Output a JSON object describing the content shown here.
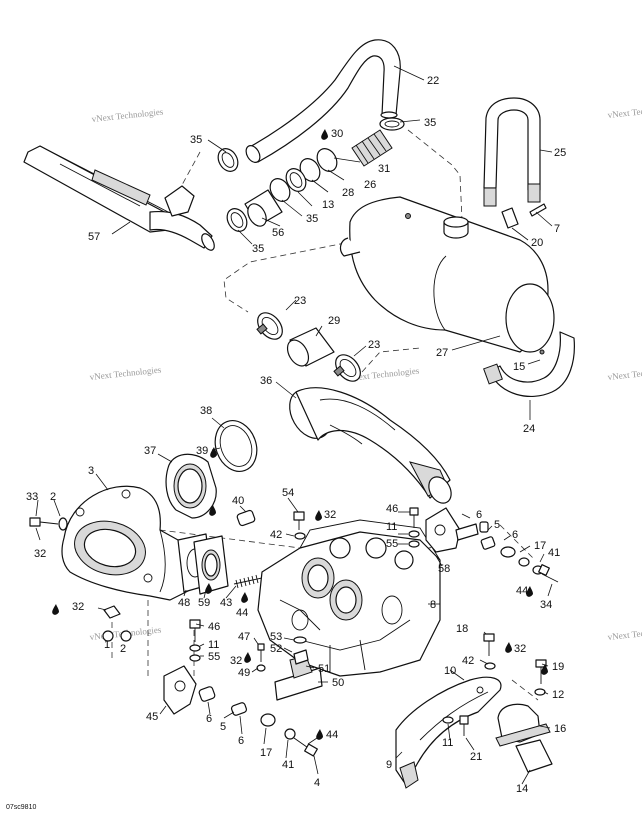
{
  "watermark": "vNext Technologies",
  "drawing_code": "07sc9810",
  "callouts": {
    "c22": "22",
    "c35a": "35",
    "c35b": "35",
    "c30": "30",
    "c31": "31",
    "c26": "26",
    "c28": "28",
    "c13": "13",
    "c35c": "35",
    "c35d": "35",
    "c57": "57",
    "c56": "56",
    "c25": "25",
    "c7": "7",
    "c20": "20",
    "c23a": "23",
    "c29": "29",
    "c23b": "23",
    "c27": "27",
    "c15": "15",
    "c24": "24",
    "c36": "36",
    "c38": "38",
    "c39": "39",
    "c37": "37",
    "c3": "3",
    "c33": "33",
    "c2a": "2",
    "c32a": "32",
    "c40": "40",
    "c54": "54",
    "c32b": "32",
    "c42a": "42",
    "c46a": "46",
    "c6a": "6",
    "c11a": "11",
    "c55a": "55",
    "c5a": "5",
    "c6b": "6",
    "c17a": "17",
    "c41a": "41",
    "c44a": "44",
    "c34": "34",
    "c58": "58",
    "c48": "48",
    "c59": "59",
    "c43": "43",
    "c44b": "44",
    "c8": "8",
    "c32c": "32",
    "c1": "1",
    "c2b": "2",
    "c46b": "46",
    "c11b": "11",
    "c55b": "55",
    "c47": "47",
    "c53": "53",
    "c52": "52",
    "c32d": "32",
    "c49": "49",
    "c51": "51",
    "c50": "50",
    "c18": "18",
    "c32e": "32",
    "c42b": "42",
    "c10": "10",
    "c19": "19",
    "c12": "12",
    "c16": "16",
    "c45": "45",
    "c6c": "6",
    "c5b": "5",
    "c6d": "6",
    "c17b": "17",
    "c41b": "41",
    "c44c": "44",
    "c4": "4",
    "c11c": "11",
    "c21": "21",
    "c9": "9",
    "c14": "14"
  }
}
